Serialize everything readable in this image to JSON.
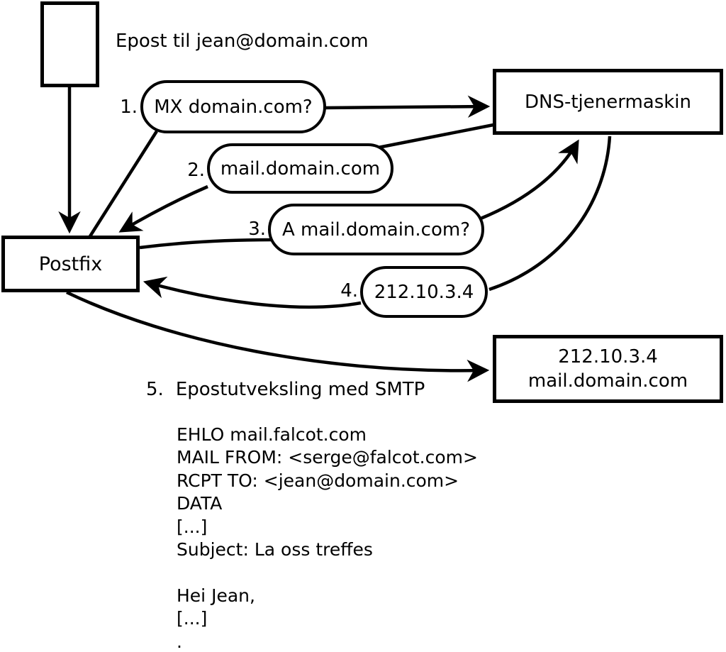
{
  "diagram": {
    "note": "Epost til jean@domain.com",
    "nodes": {
      "postfix": {
        "label": "Postfix"
      },
      "dns": {
        "label": "DNS-tjenermaskin"
      },
      "mailserver": {
        "line1": "212.10.3.4",
        "line2": "mail.domain.com"
      }
    },
    "steps": [
      {
        "num": "1.",
        "label": "MX domain.com?"
      },
      {
        "num": "2.",
        "label": "mail.domain.com"
      },
      {
        "num": "3.",
        "label": "A mail.domain.com?"
      },
      {
        "num": "4.",
        "label": "212.10.3.4"
      }
    ],
    "step5": {
      "num": "5.",
      "label": "Epostutveksling med SMTP"
    },
    "smtp_lines": [
      "EHLO mail.falcot.com",
      "MAIL FROM: <serge@falcot.com>",
      "RCPT TO: <jean@domain.com>",
      "DATA",
      "[...]",
      "Subject: La oss treffes",
      "",
      "Hei Jean,",
      "[...]",
      "."
    ]
  },
  "colors": {
    "stroke": "#000000",
    "background": "#ffffff"
  }
}
